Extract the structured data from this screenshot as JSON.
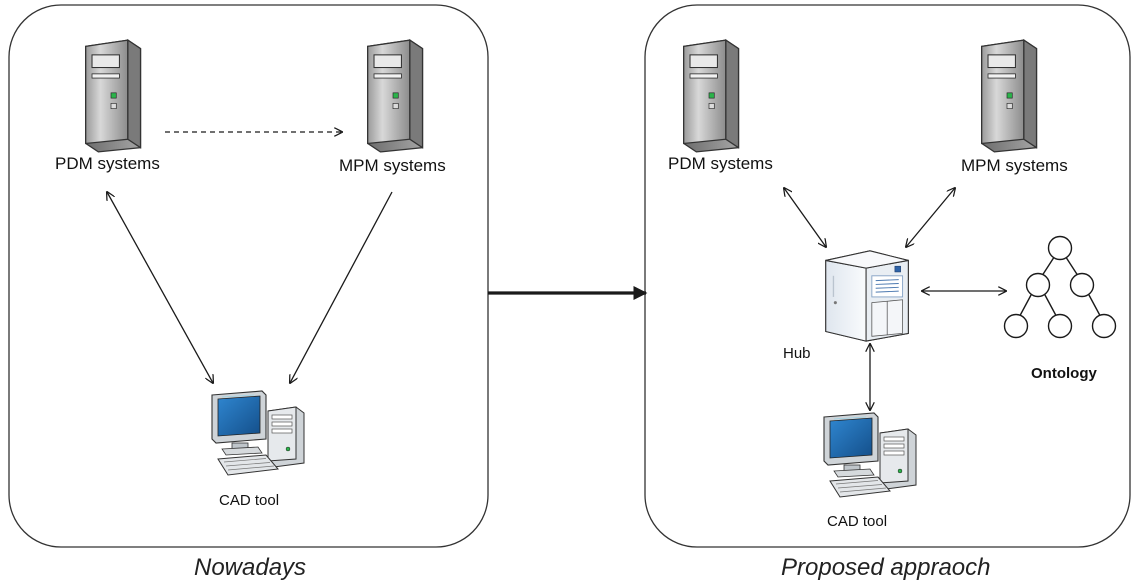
{
  "left_panel": {
    "caption": "Nowadays",
    "pdm_label": "PDM systems",
    "mpm_label": "MPM systems",
    "cad_label": "CAD tool"
  },
  "right_panel": {
    "caption": "Proposed appraoch",
    "pdm_label": "PDM systems",
    "mpm_label": "MPM systems",
    "hub_label": "Hub",
    "cad_label": "CAD tool",
    "ontology_label": "Ontology"
  },
  "colors": {
    "stroke": "#1a1a1a",
    "panel_border": "#333333",
    "tower_body": "#c9c9c9",
    "monitor_screen": "#1f6fb5"
  },
  "icons": [
    "tower-server-icon",
    "desktop-computer-icon",
    "hub-server-icon",
    "ontology-tree-icon"
  ]
}
